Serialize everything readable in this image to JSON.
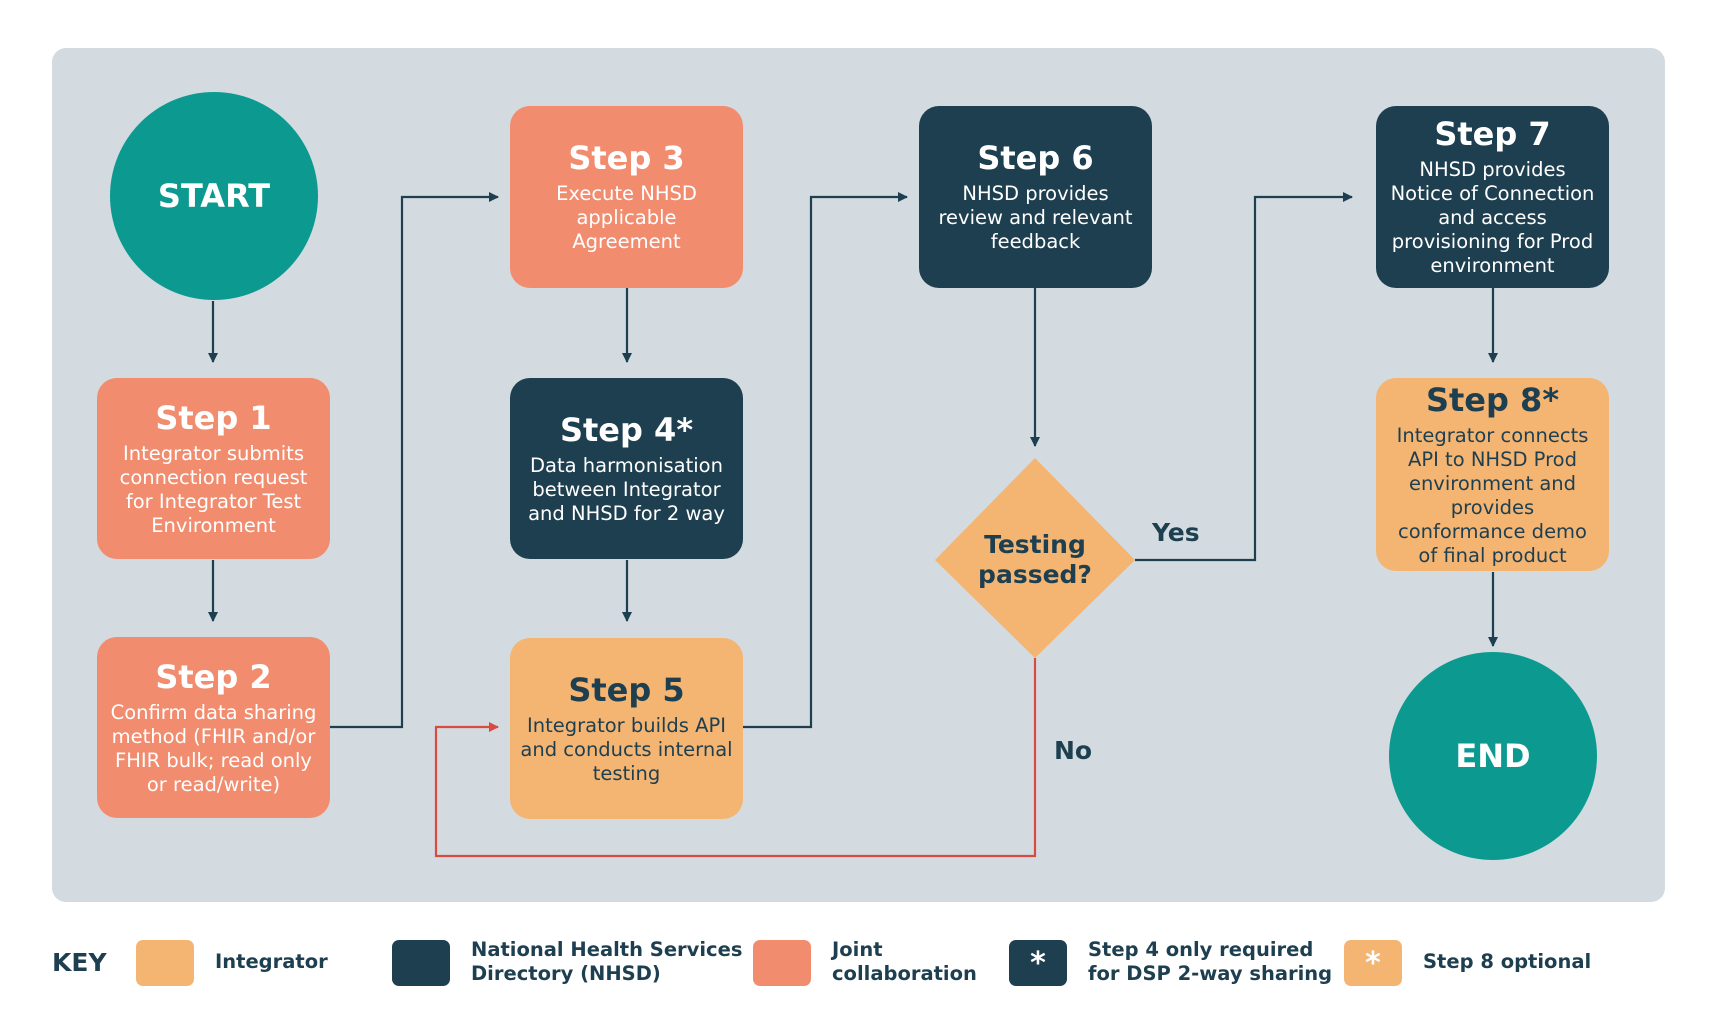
{
  "colors": {
    "panel": "#d3dbe0",
    "integrator": "#f4b472",
    "nhsd": "#1d3f50",
    "joint": "#f28c6f",
    "terminal": "#0c9a90",
    "connector": "#1d3f50",
    "no_connector": "#d94a43"
  },
  "start": "START",
  "end": "END",
  "steps": [
    {
      "title": "Step 1",
      "desc": "Integrator submits connection request for Integrator Test Environment",
      "owner": "joint"
    },
    {
      "title": "Step 2",
      "desc": "Confirm data sharing method (FHIR and/or FHIR bulk; read only or read/write)",
      "owner": "joint"
    },
    {
      "title": "Step 3",
      "desc": "Execute NHSD applicable Agreement",
      "owner": "joint"
    },
    {
      "title": "Step 4*",
      "desc": "Data harmonisation between Integrator and NHSD for 2 way",
      "owner": "nhsd"
    },
    {
      "title": "Step 5",
      "desc": "Integrator builds API and conducts internal testing",
      "owner": "integrator"
    },
    {
      "title": "Step 6",
      "desc": "NHSD provides review and relevant feedback",
      "owner": "nhsd"
    },
    {
      "title": "Step 7",
      "desc": "NHSD provides Notice of Connection and access provisioning for Prod environment",
      "owner": "nhsd"
    },
    {
      "title": "Step 8*",
      "desc": "Integrator connects API to NHSD Prod environment and provides conformance demo of final product",
      "owner": "integrator"
    }
  ],
  "decision": {
    "label": "Testing passed?",
    "yes": "Yes",
    "no": "No"
  },
  "key": {
    "title": "KEY",
    "items": [
      {
        "label": "Integrator",
        "symbol": ""
      },
      {
        "label": "National Health Services\nDirectory (NHSD)",
        "symbol": ""
      },
      {
        "label": "Joint\ncollaboration",
        "symbol": ""
      },
      {
        "label": "Step 4 only required\nfor DSP 2-way sharing",
        "symbol": "*"
      },
      {
        "label": "Step 8 optional",
        "symbol": "*"
      }
    ]
  }
}
